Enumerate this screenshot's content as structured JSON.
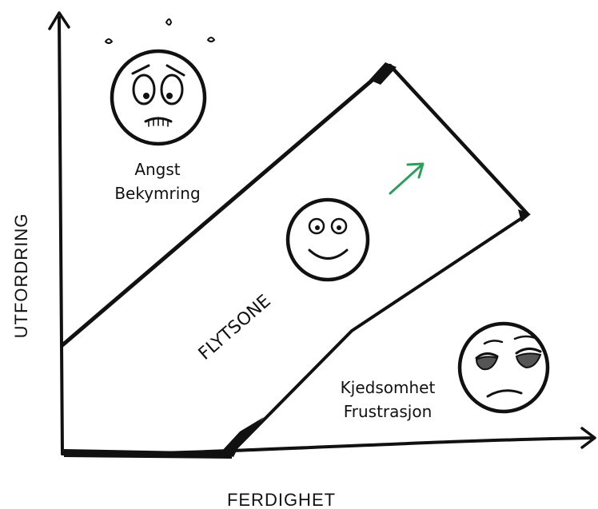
{
  "axes": {
    "x_label": "FERDIGHET",
    "y_label": "UTFORDRING"
  },
  "regions": {
    "top_left": {
      "line1": "Angst",
      "line2": "Bekymring",
      "face": "worried-face-icon"
    },
    "center": {
      "label": "FLYTSONE",
      "face": "happy-face-icon"
    },
    "bottom_right": {
      "line1": "Kjedsomhet",
      "line2": "Frustrasjon",
      "face": "bored-face-icon"
    }
  },
  "colors": {
    "ink": "#111111",
    "arrow": "#2e9e5a",
    "background": "#ffffff"
  }
}
